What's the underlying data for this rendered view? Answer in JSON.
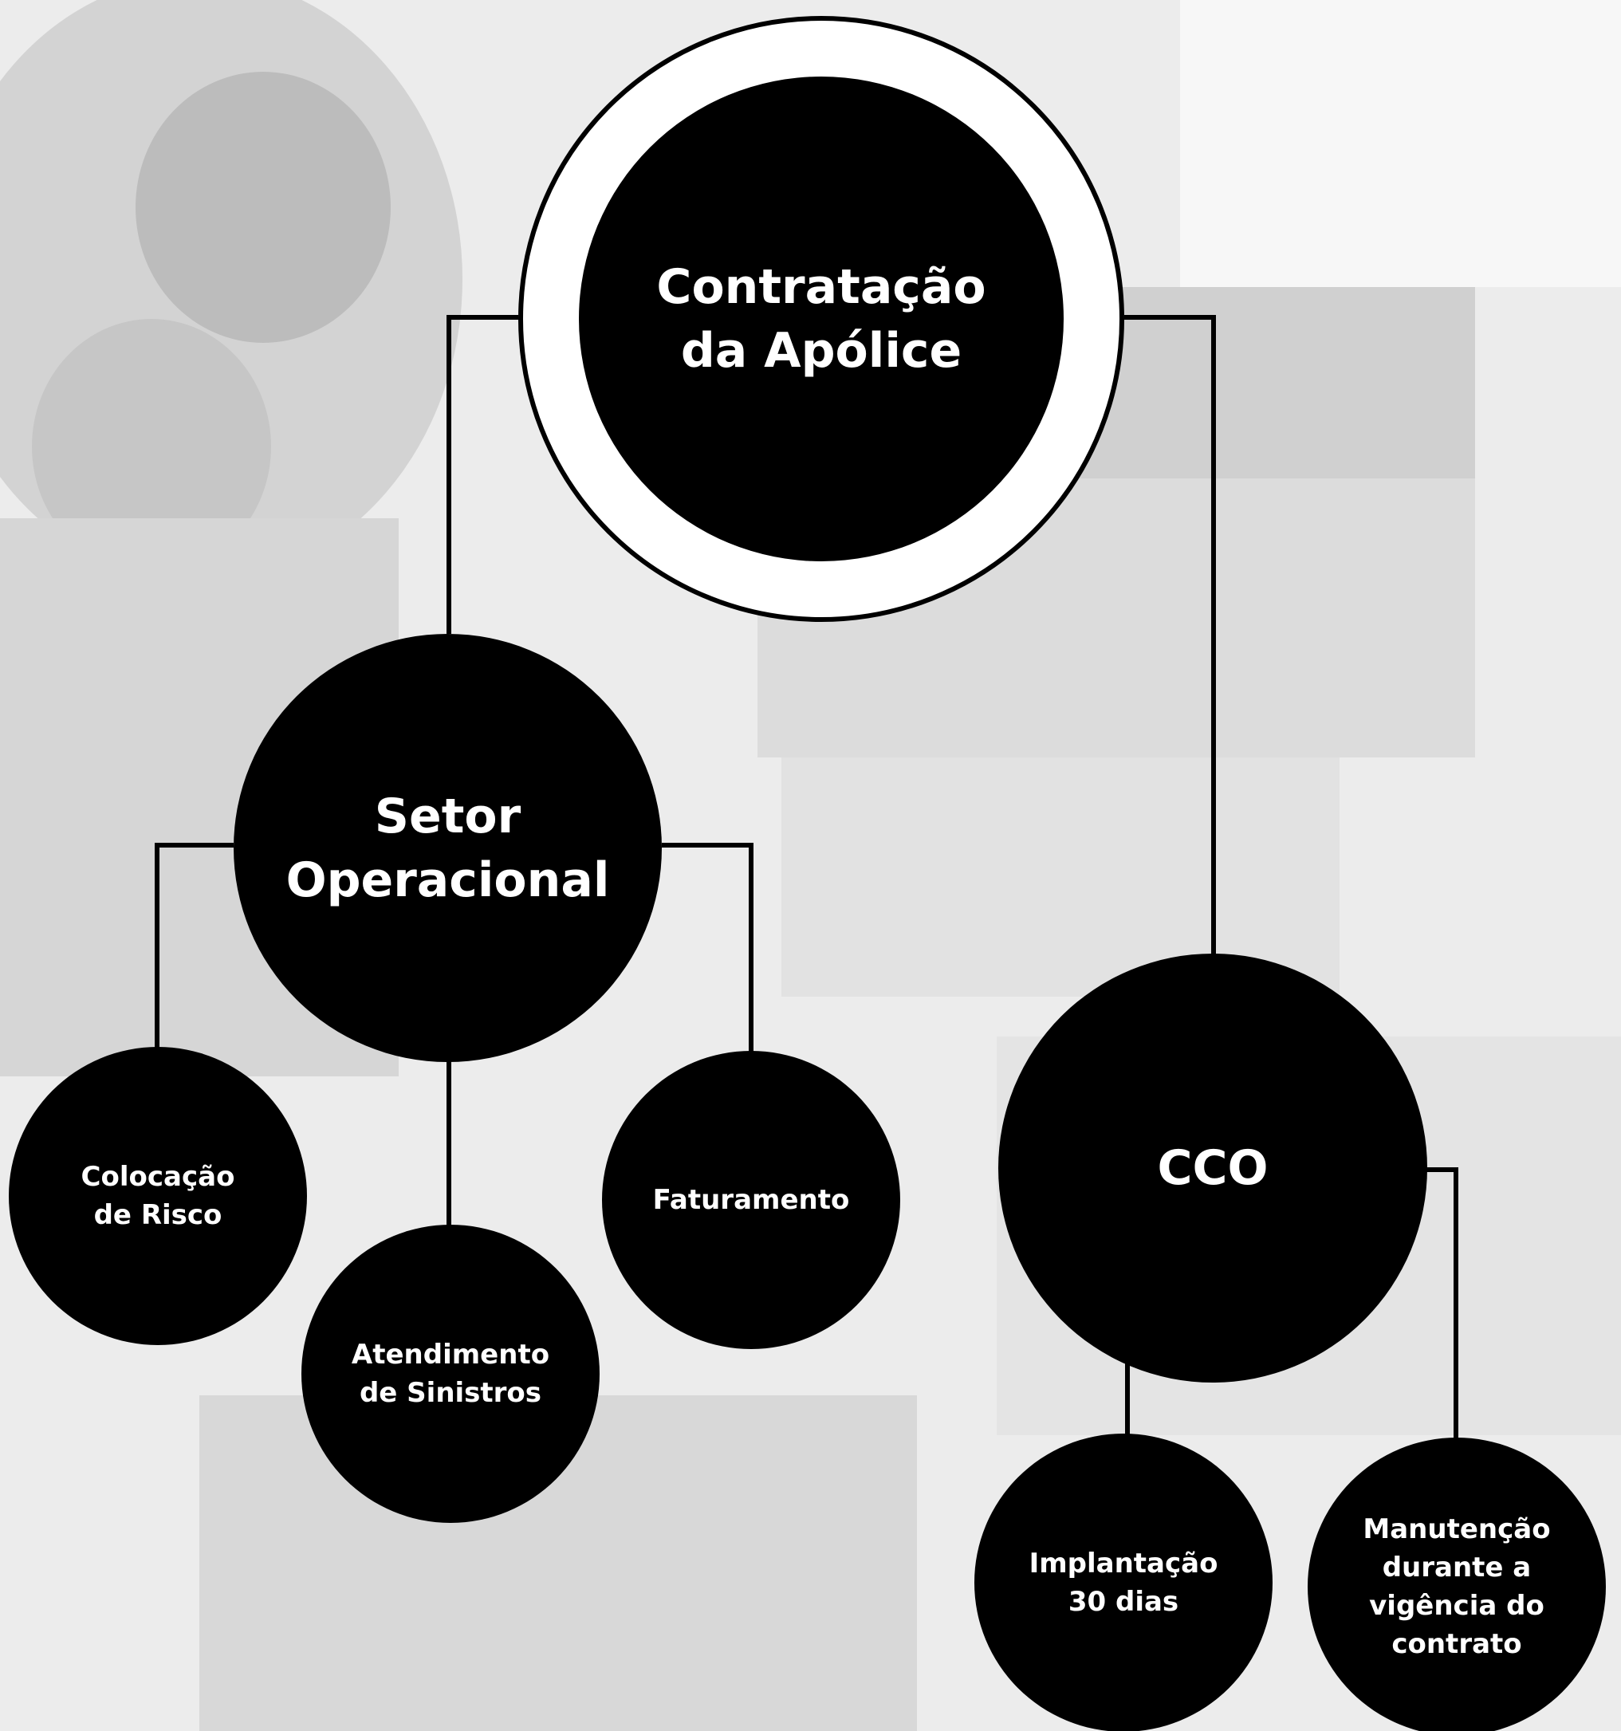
{
  "colors": {
    "node_fill": "#000000",
    "node_text": "#ffffff",
    "connector": "#000000",
    "background": "#f2f2f2"
  },
  "background_image": "grayscale office photo of people typing on laptops (faded)",
  "diagram": {
    "root": {
      "label": "Contratação\nda Apólice"
    },
    "setor_operacional": {
      "label": "Setor\nOperacional"
    },
    "cco": {
      "label": "CCO"
    },
    "colocacao_risco": {
      "label": "Colocação\nde Risco"
    },
    "atendimento_sinistros": {
      "label": "Atendimento\nde Sinistros"
    },
    "faturamento": {
      "label": "Faturamento"
    },
    "implantacao": {
      "label": "Implantação\n30 dias"
    },
    "manutencao": {
      "label": "Manutenção\ndurante a\nvigência do\ncontrato"
    }
  }
}
